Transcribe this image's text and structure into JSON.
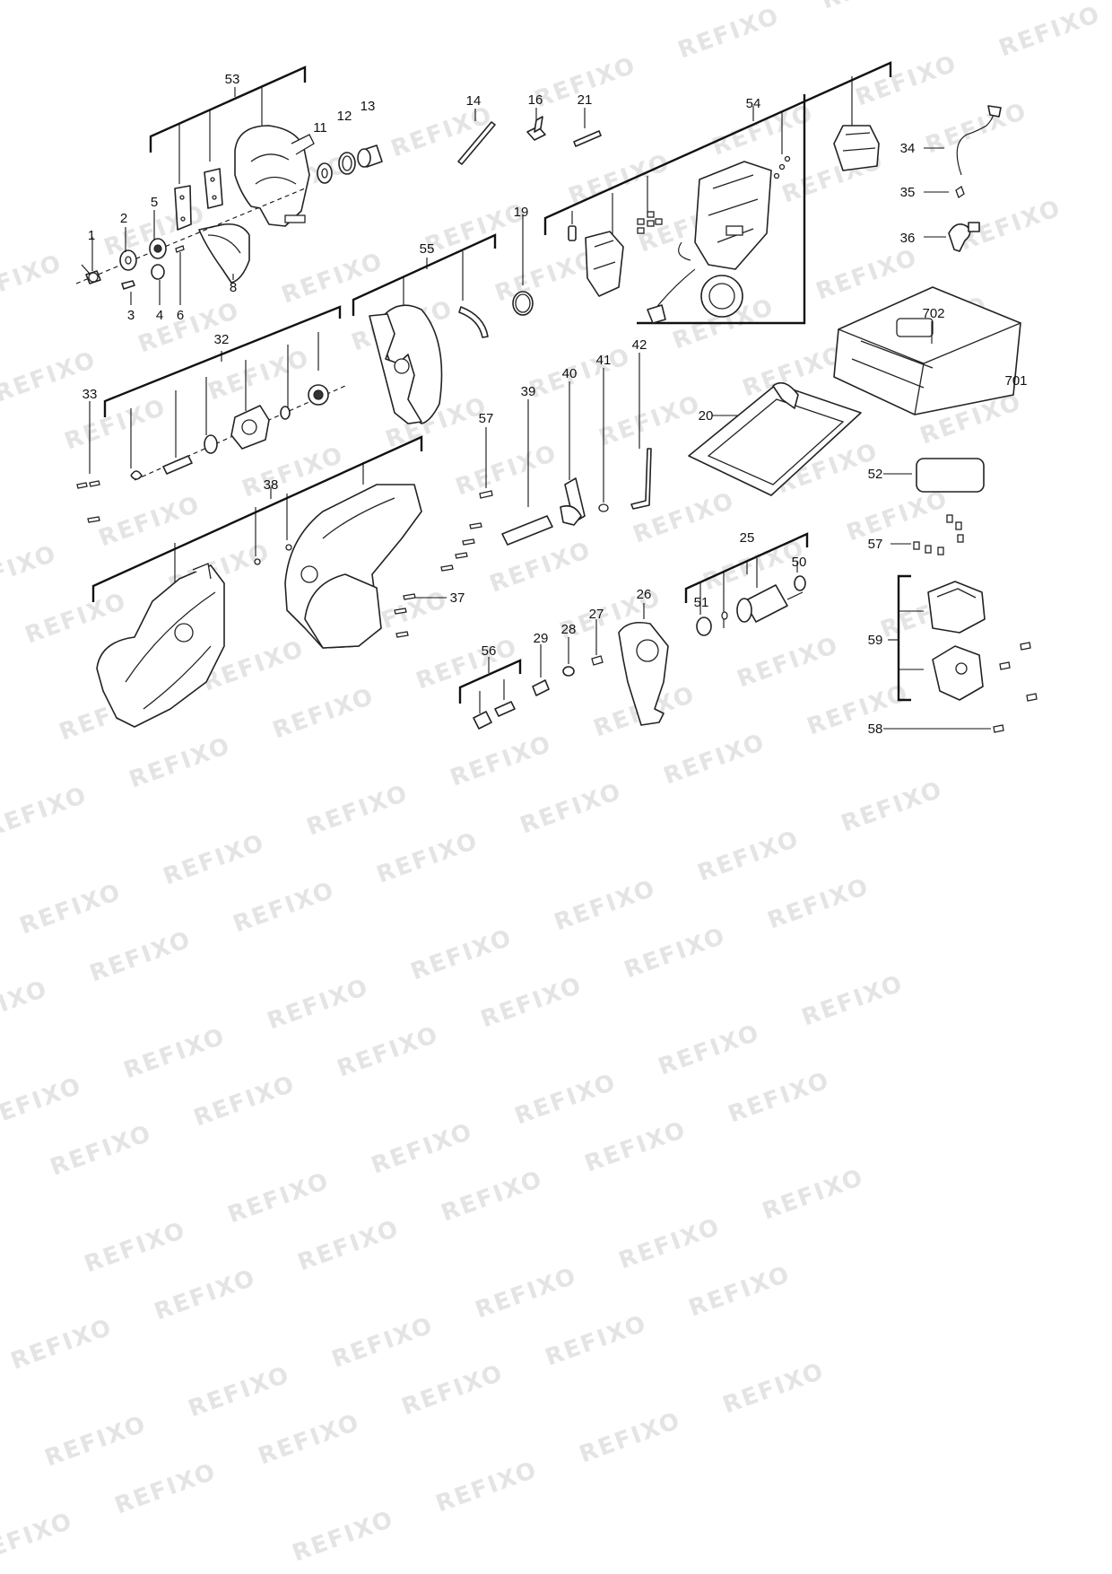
{
  "watermark": "REFIXO",
  "callouts": {
    "c1": "1",
    "c2": "2",
    "c3": "3",
    "c4": "4",
    "c5": "5",
    "c6": "6",
    "c8": "8",
    "c11": "11",
    "c12": "12",
    "c13": "13",
    "c14": "14",
    "c16": "16",
    "c19": "19",
    "c20": "20",
    "c21": "21",
    "c25": "25",
    "c26": "26",
    "c27": "27",
    "c28": "28",
    "c29": "29",
    "c32": "32",
    "c33": "33",
    "c34": "34",
    "c35": "35",
    "c36": "36",
    "c37": "37",
    "c38": "38",
    "c39": "39",
    "c40": "40",
    "c41": "41",
    "c42": "42",
    "c50": "50",
    "c51": "51",
    "c52": "52",
    "c53": "53",
    "c54": "54",
    "c55": "55",
    "c56": "56",
    "c57a": "57",
    "c57b": "57",
    "c58": "58",
    "c59": "59",
    "c701": "701",
    "c702": "702"
  }
}
